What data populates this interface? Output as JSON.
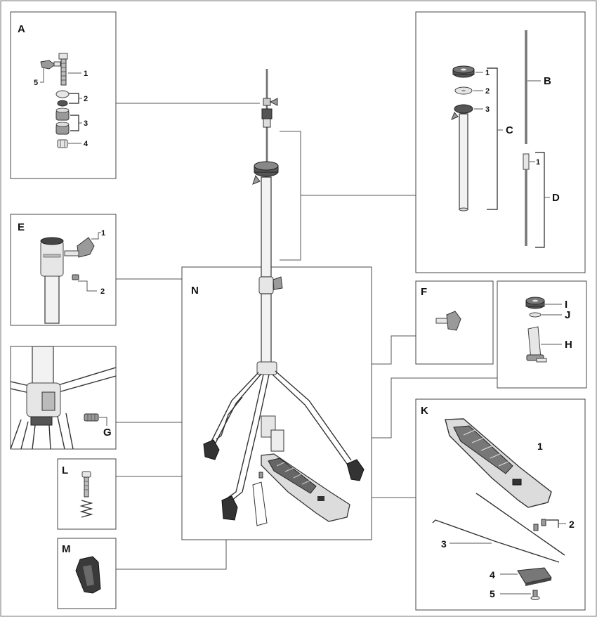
{
  "panels": {
    "A": {
      "letter": "A",
      "callouts": [
        "1",
        "2",
        "3",
        "4",
        "5"
      ]
    },
    "B": {
      "letter": "B"
    },
    "C": {
      "letter": "C",
      "callouts": [
        "1",
        "2",
        "3"
      ]
    },
    "D": {
      "letter": "D",
      "callouts": [
        "1"
      ]
    },
    "E": {
      "letter": "E",
      "callouts": [
        "1",
        "2"
      ]
    },
    "F": {
      "letter": "F"
    },
    "G": {
      "letter": "G"
    },
    "H": {
      "letter": "H"
    },
    "I": {
      "letter": "I"
    },
    "J": {
      "letter": "J"
    },
    "K": {
      "letter": "K",
      "callouts": [
        "1",
        "2",
        "3",
        "4",
        "5"
      ]
    },
    "L": {
      "letter": "L"
    },
    "M": {
      "letter": "M"
    },
    "N": {
      "letter": "N"
    }
  }
}
